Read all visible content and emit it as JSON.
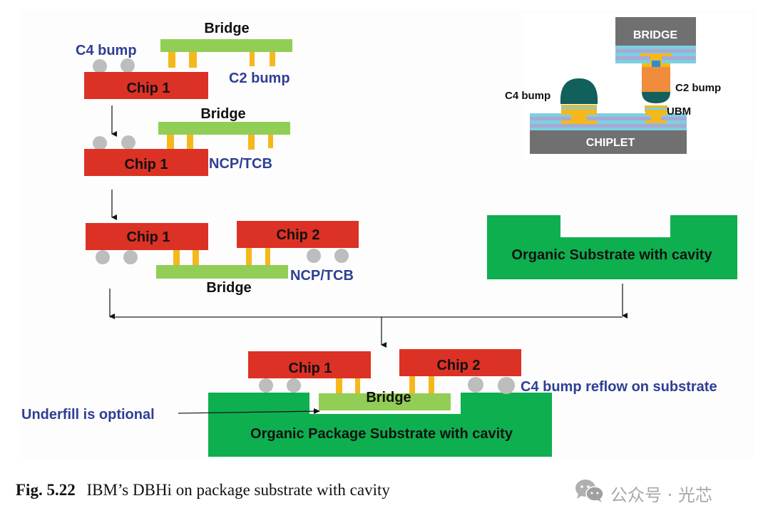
{
  "colors": {
    "chip": "#dc3125",
    "bridge": "#92cd55",
    "microbump": "#f5b81c",
    "c4_bump": "#bdbdbd",
    "substrate": "#0eaf4f",
    "blue_label": "#2e3f94",
    "black_label": "#111111",
    "inset_gray": "#707070",
    "inset_teal": "#11605b",
    "inset_orange": "#f08c3c",
    "inset_cyan": "#7ccfe0",
    "inset_lavender": "#a7a9d4",
    "inset_gold": "#f5b81c",
    "inset_blue": "#2a8fd0"
  },
  "step1": {
    "bridge_label": "Bridge",
    "chip_label": "Chip 1",
    "c4_label": "C4 bump",
    "c2_label": "C2 bump"
  },
  "step2": {
    "bridge_label": "Bridge",
    "chip_label": "Chip 1",
    "process_label": "NCP/TCB"
  },
  "step3": {
    "chip1_label": "Chip 1",
    "chip2_label": "Chip 2",
    "bridge_label": "Bridge",
    "process_label": "NCP/TCB"
  },
  "substrate_only": {
    "label": "Organic Substrate with cavity"
  },
  "final": {
    "chip1_label": "Chip 1",
    "chip2_label": "Chip 2",
    "bridge_label": "Bridge",
    "substrate_label": "Organic Package Substrate with cavity",
    "underfill_label": "Underfill is optional",
    "c4_reflow_label": "C4 bump reflow on substrate"
  },
  "inset": {
    "bridge_label": "BRIDGE",
    "chiplet_label": "CHIPLET",
    "c4_label": "C4 bump",
    "c2_label": "C2 bump",
    "ubm_label": "UBM"
  },
  "caption": {
    "fig_number": "Fig. 5.22",
    "text": "IBM’s DBHi on package substrate with cavity"
  },
  "watermark": {
    "icon": "wechat-icon",
    "text": "公众号 · 光芯"
  }
}
